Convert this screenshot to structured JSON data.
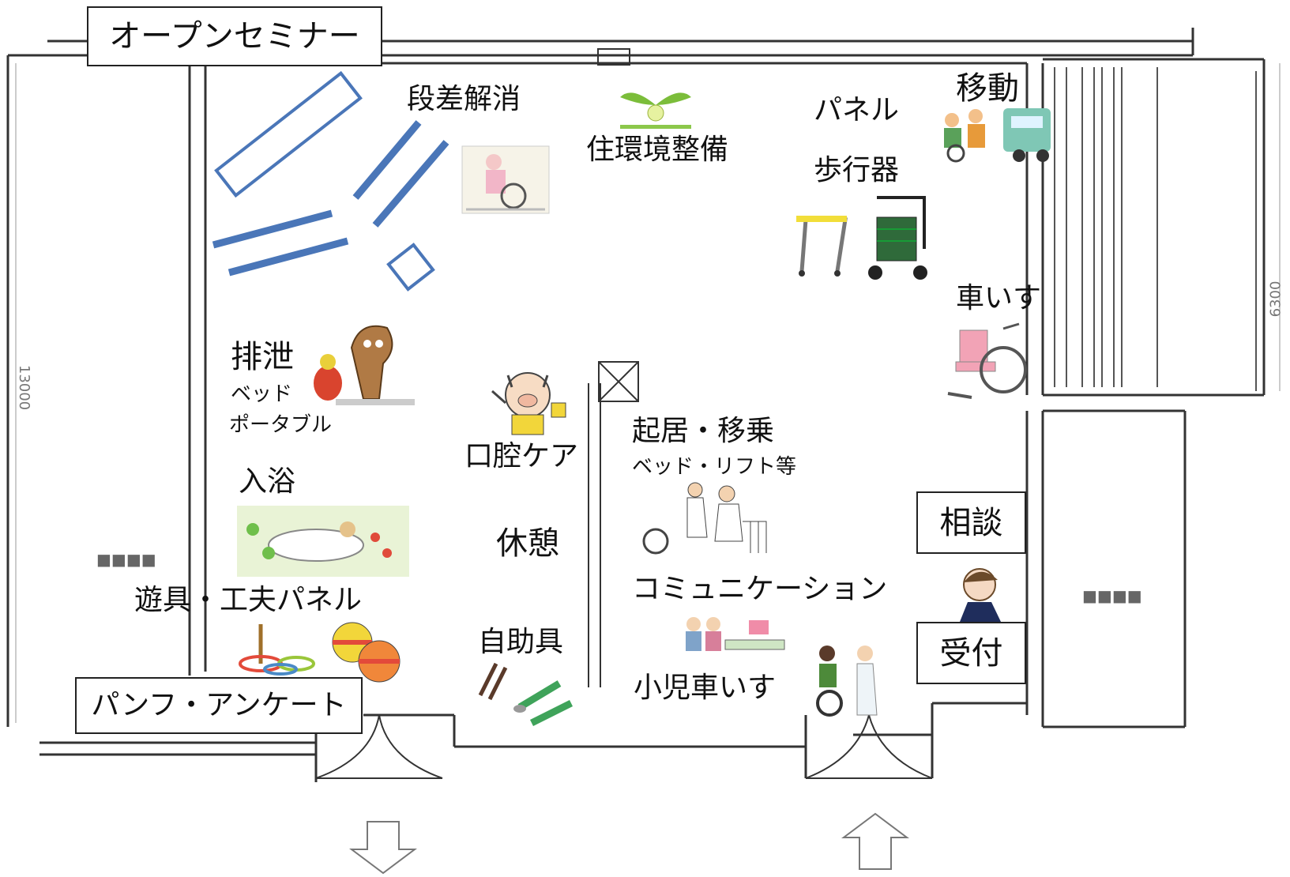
{
  "zones": {
    "open_seminar": "オープンセミナー",
    "step_removal": "段差解消",
    "housing_env": "住環境整備",
    "panel": "パネル",
    "walker": "歩行器",
    "transport": "移動",
    "wheelchair": "車いす",
    "toileting": "排泄",
    "toileting_sub1": "ベッド",
    "toileting_sub2": "ポータブル",
    "oral_care": "口腔ケア",
    "transfer": "起居・移乗",
    "transfer_sub": "ベッド・リフト等",
    "bathing": "入浴",
    "rest": "休憩",
    "consultation": "相談",
    "toys_panel": "遊具・工夫パネル",
    "communication": "コミュニケーション",
    "self_help": "自助具",
    "reception": "受付",
    "child_wheelchair": "小児車いす",
    "pamphlet": "パンフ・アンケート"
  },
  "dimensions": {
    "left_wall": "13000",
    "right_wall": "6300"
  },
  "colors": {
    "ramp_blue": "#4a76b8",
    "wall": "#333333"
  }
}
